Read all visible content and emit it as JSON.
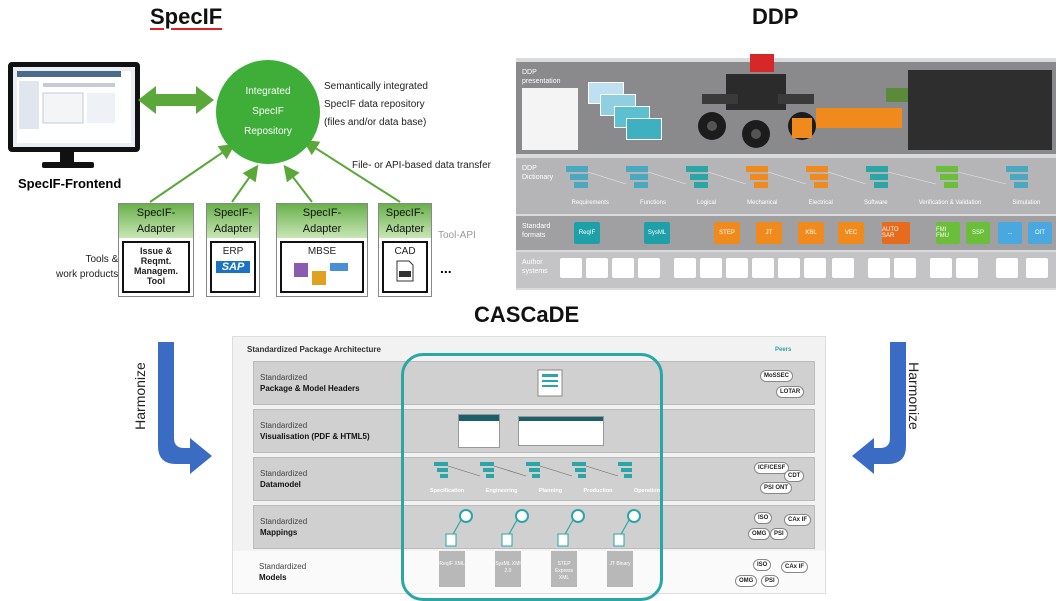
{
  "specif": {
    "title": "SpecIF",
    "frontend_label": "SpecIF-Frontend",
    "repo_lines": [
      "Integrated",
      "SpecIF",
      "Repository"
    ],
    "repo_desc": [
      "Semantically integrated",
      "SpecIF data repository",
      "(files and/or data base)"
    ],
    "transfer_label": "File- or API-based data transfer",
    "tools_label": [
      "Tools &",
      "work products"
    ],
    "tool_api": "Tool-API",
    "ellipsis": "...",
    "adapters": [
      {
        "head": [
          "SpecIF-",
          "Adapter"
        ],
        "body": [
          "Issue &",
          "Reqmt.",
          "Managem.",
          "Tool"
        ]
      },
      {
        "head": [
          "SpecIF-",
          "Adapter"
        ],
        "body": [
          "ERP",
          "SAP"
        ]
      },
      {
        "head": [
          "SpecIF-",
          "Adapter"
        ],
        "body": [
          "MBSE"
        ]
      },
      {
        "head": [
          "SpecIF-",
          "Adapter"
        ],
        "body": [
          "CAD"
        ]
      }
    ],
    "colors": {
      "green": "#3fae38"
    }
  },
  "ddp": {
    "title": "DDP",
    "rows": {
      "presentation": [
        "DDP",
        "presentation"
      ],
      "dictionary": [
        "DDP",
        "Dictionary"
      ],
      "standard": [
        "Standard",
        "formats"
      ],
      "authoring": [
        "Author",
        "systems"
      ]
    },
    "dictionary_nodes": [
      "Requirements",
      "Functions",
      "Logical",
      "Mechanical",
      "Electrical",
      "Software",
      "Verification & Validation",
      "Simulation"
    ],
    "standards": [
      "ReqIF",
      "SysML",
      "STEP",
      "JT",
      "KBL",
      "VEC",
      "AUTO SAR",
      "FMI FMU",
      "SSP",
      "...",
      "OIT"
    ]
  },
  "cascade": {
    "title": "CASCaDE",
    "header": "Standardized Package Architecture",
    "peers": "Peers",
    "rows": [
      {
        "sub": "Standardized",
        "main": "Package & Model Headers",
        "badges": [
          "MoSSEC",
          "LOTAR"
        ]
      },
      {
        "sub": "Standardized",
        "main": "Visualisation (PDF & HTML5)",
        "badges": []
      },
      {
        "sub": "Standardized",
        "main": "Datamodel",
        "badges": [
          "ICF/CESF",
          "CDT",
          "PSI ONT"
        ]
      },
      {
        "sub": "Standardized",
        "main": "Mappings",
        "badges": [
          "ISO",
          "CAx IF",
          "OMG",
          "PSI"
        ]
      }
    ],
    "models": {
      "sub": "Standardized",
      "main": "Models",
      "badges": [
        "ISO",
        "CAx IF",
        "OMG",
        "PSI"
      ]
    },
    "datamodel_nodes": [
      "Specification",
      "Engineering",
      "Planning",
      "Production",
      "Operation"
    ],
    "model_docs": [
      "ReqIF XML",
      "SysML XMI 2.0",
      "STEP Express XML",
      "JT Binary"
    ],
    "harmonize": "Harmonize",
    "colors": {
      "teal": "#2aa6a6",
      "arrow": "#3a6cc4"
    }
  }
}
